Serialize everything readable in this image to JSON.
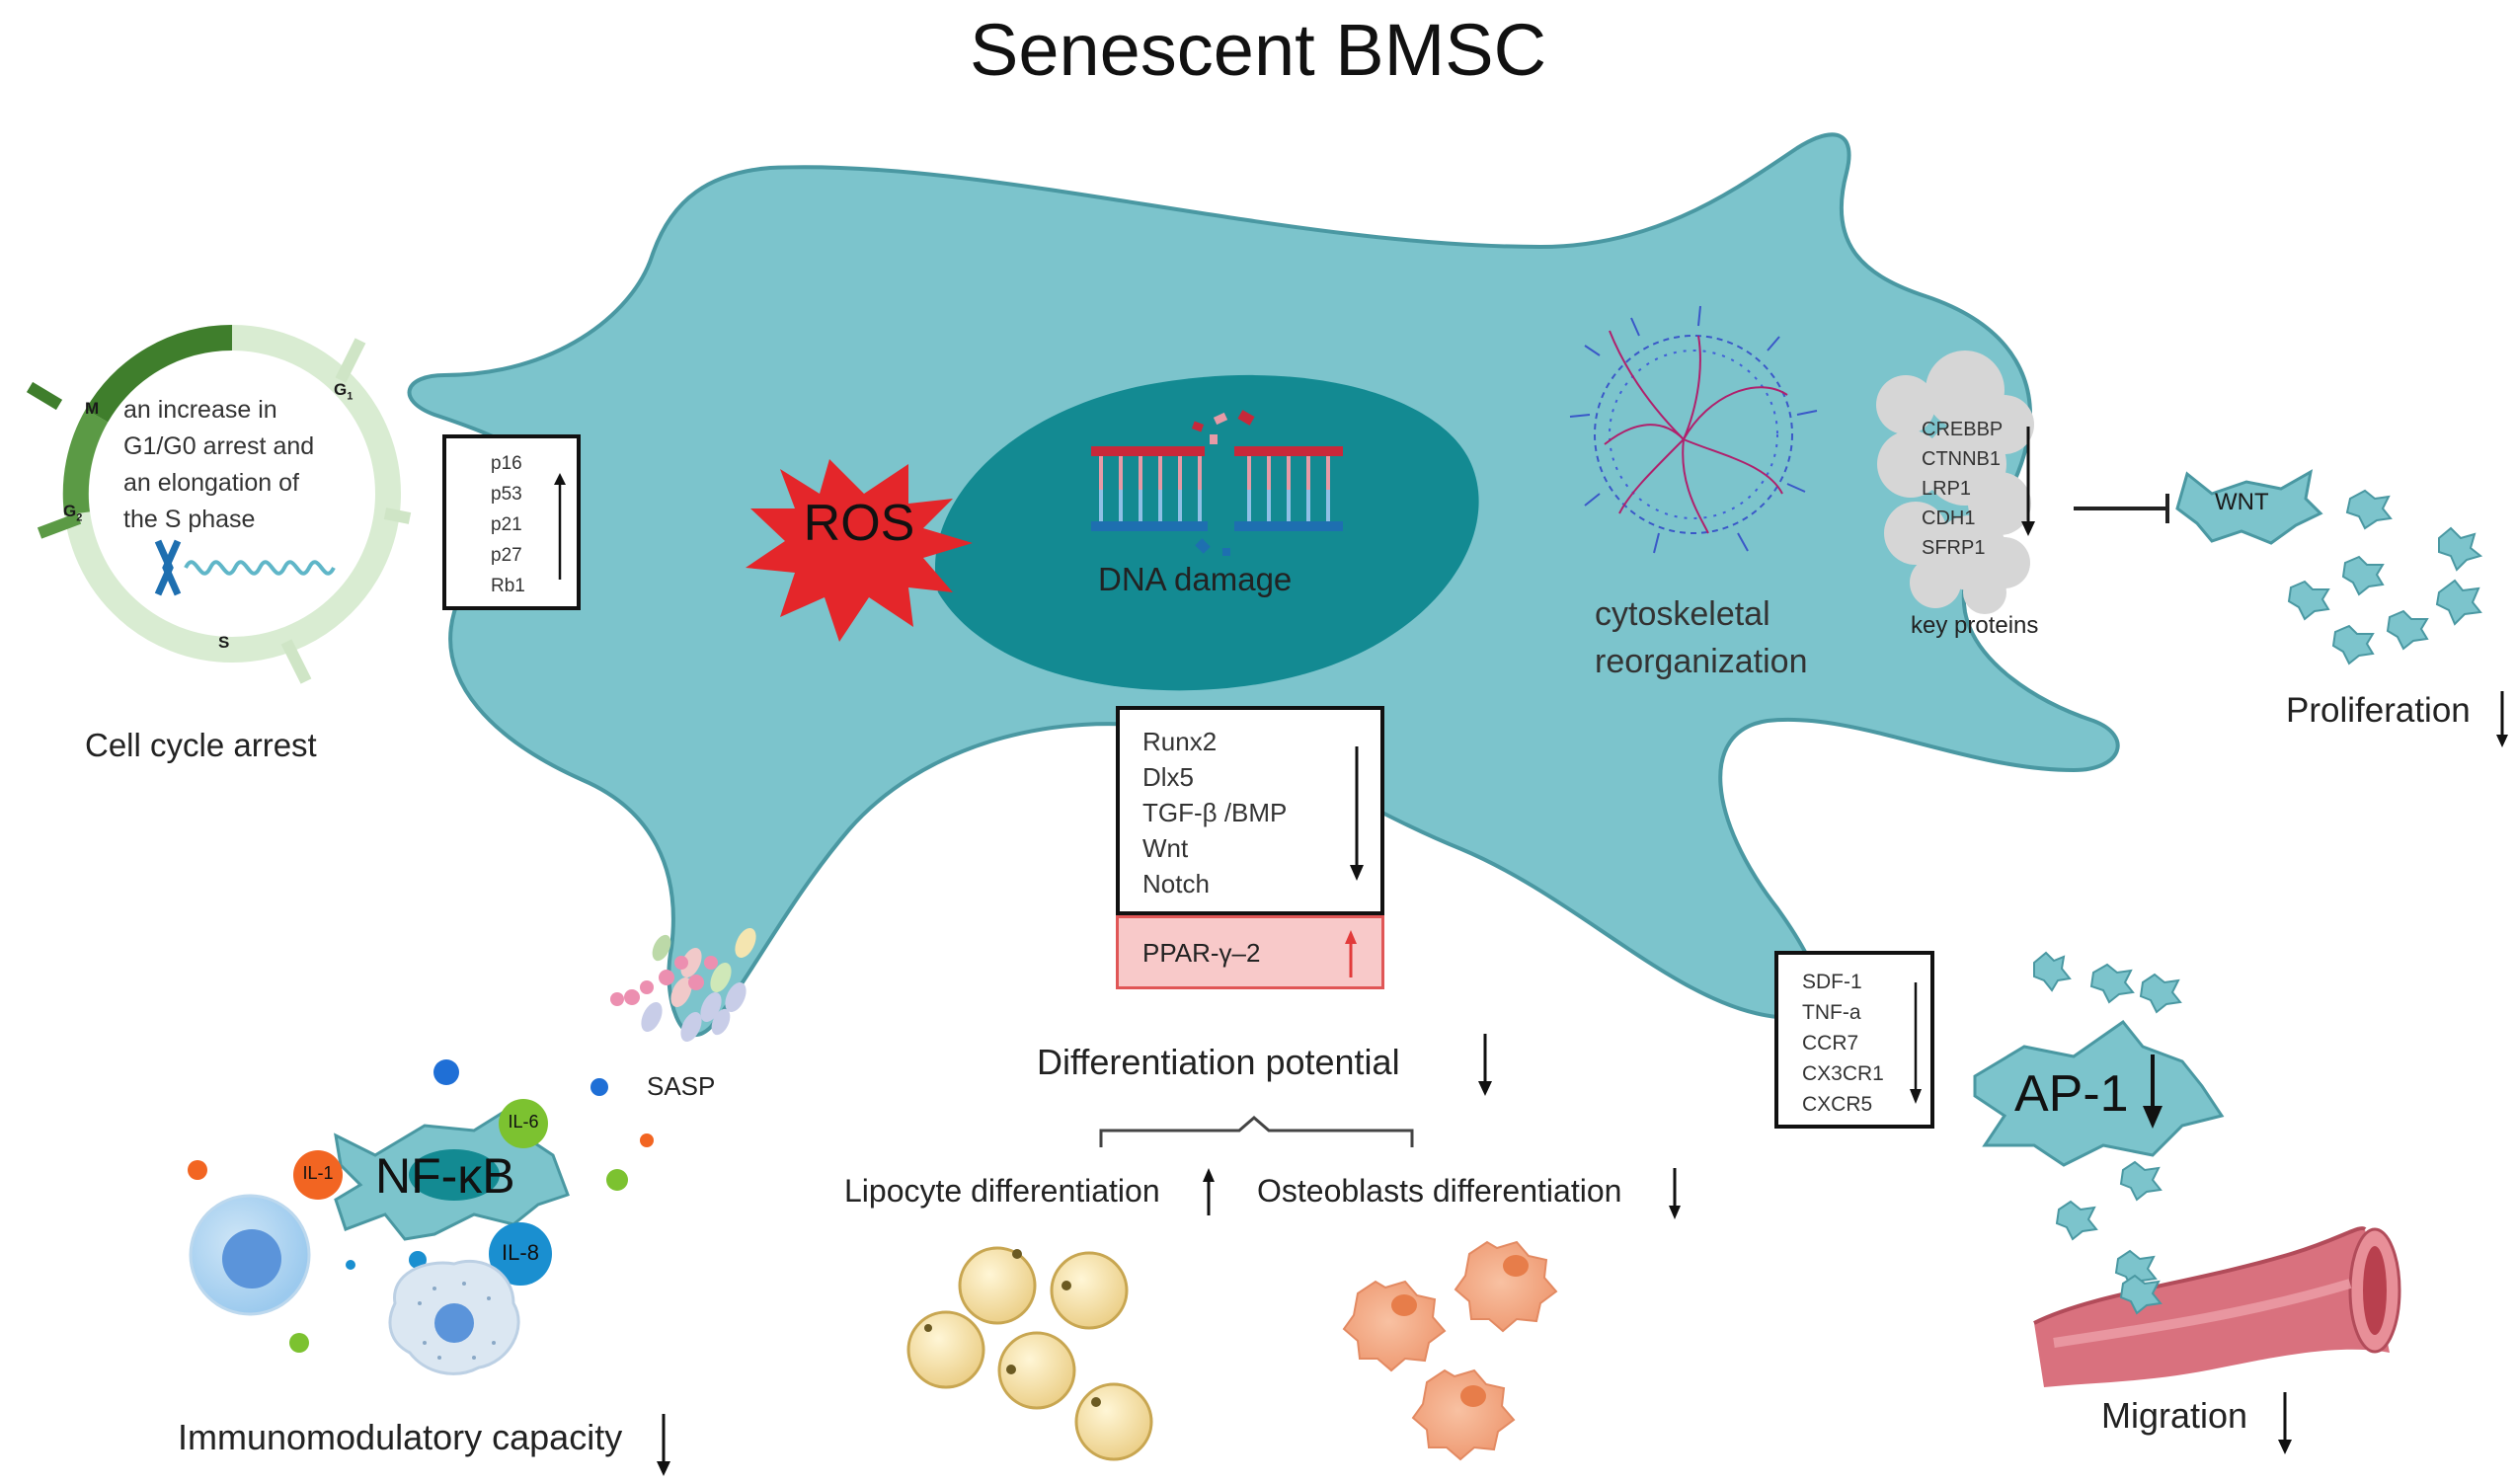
{
  "title": "Senescent BMSC",
  "colors": {
    "cell_fill": "#7cc4cc",
    "cell_stroke": "#4a98a2",
    "nucleus": "#138a92",
    "ros": "#e4262a",
    "dna_red": "#c8283a",
    "dna_blue": "#1e6fb0",
    "cycle_light": "#d9ecd2",
    "cycle_dark": "#4e8b3a",
    "ppar_fill": "#f8c9c9",
    "ppar_stroke": "#e05656",
    "ppar_arrow": "#e23a3a",
    "lipocyte": "#f5dfa0",
    "osteoblast": "#f2a67e",
    "vessel": "#d9717e"
  },
  "cell_cycle": {
    "phases": {
      "m": "M",
      "g1": "G",
      "g1_sub": "1",
      "g2": "G",
      "g2_sub": "2",
      "s": "S"
    },
    "description": [
      "an increase in",
      "G1/G0 arrest and",
      "an elongation of",
      "the S phase"
    ],
    "label": "Cell cycle arrest"
  },
  "checkpoint_box": {
    "items": [
      "p16",
      "p53",
      "p21",
      "p27",
      "Rb1"
    ],
    "direction": "up"
  },
  "ros": {
    "label": "ROS"
  },
  "dna": {
    "label": "DNA damage"
  },
  "cytoskeleton": {
    "label_line1": "cytoskeletal",
    "label_line2": "reorganization"
  },
  "key_proteins": {
    "items": [
      "CREBBP",
      "CTNNB1",
      "LRP1",
      "CDH1",
      "SFRP1"
    ],
    "label": "key proteins",
    "direction": "down"
  },
  "wnt": {
    "label": "WNT"
  },
  "proliferation": {
    "label": "Proliferation",
    "direction": "down"
  },
  "differentiation_box": {
    "items": [
      "Runx2",
      "Dlx5",
      "TGF-β /BMP",
      "Wnt",
      "Notch"
    ],
    "direction": "down",
    "ppar_label": "PPAR-γ–2",
    "ppar_direction": "up"
  },
  "differentiation": {
    "label": "Differentiation potential",
    "direction": "down",
    "lipocyte_label": "Lipocyte differentiation",
    "lipocyte_direction": "up",
    "osteo_label": "Osteoblasts differentiation",
    "osteo_direction": "down"
  },
  "sasp": {
    "label": "SASP"
  },
  "immune": {
    "nfkb_label": "NF-κB",
    "il1": "IL-1",
    "il6": "IL-6",
    "il8": "IL-8",
    "label": "Immunomodulatory capacity",
    "direction": "down"
  },
  "migration_box": {
    "items": [
      "SDF-1",
      "TNF-a",
      "CCR7",
      "CX3CR1",
      "CXCR5"
    ],
    "direction": "down"
  },
  "ap1": {
    "label": "AP-1",
    "direction": "down"
  },
  "migration": {
    "label": "Migration",
    "direction": "down"
  }
}
